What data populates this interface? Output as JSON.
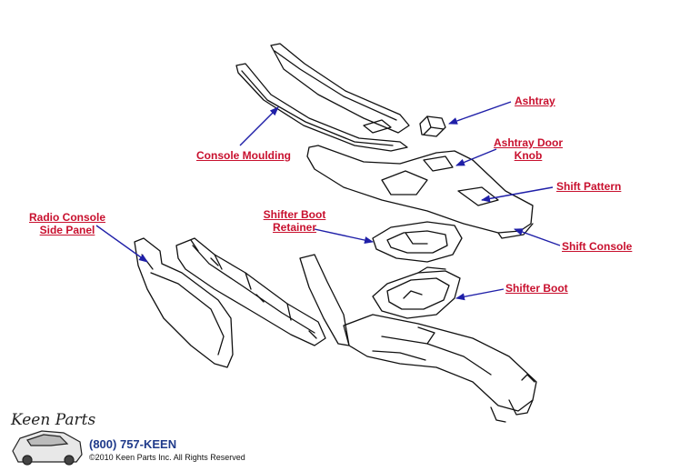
{
  "labels": {
    "ashtray": "Ashtray",
    "ashtray_door_knob_line1": "Ashtray Door",
    "ashtray_door_knob_line2": "Knob",
    "console_moulding": "Console Moulding",
    "shift_pattern": "Shift Pattern",
    "radio_console_line1": "Radio Console",
    "radio_console_line2": "Side Panel",
    "shifter_boot_retainer_line1": "Shifter Boot",
    "shifter_boot_retainer_line2": "Retainer",
    "shift_console": "Shift Console",
    "shifter_boot": "Shifter Boot"
  },
  "footer": {
    "logo_text": "Keen Parts",
    "phone": "(800) 757-KEEN",
    "copyright": "©2010 Keen Parts Inc. All Rights Reserved"
  },
  "colors": {
    "label": "#c8102e",
    "arrow": "#1f1fa8",
    "line_art": "#111111",
    "phone": "#1f3a8a"
  }
}
